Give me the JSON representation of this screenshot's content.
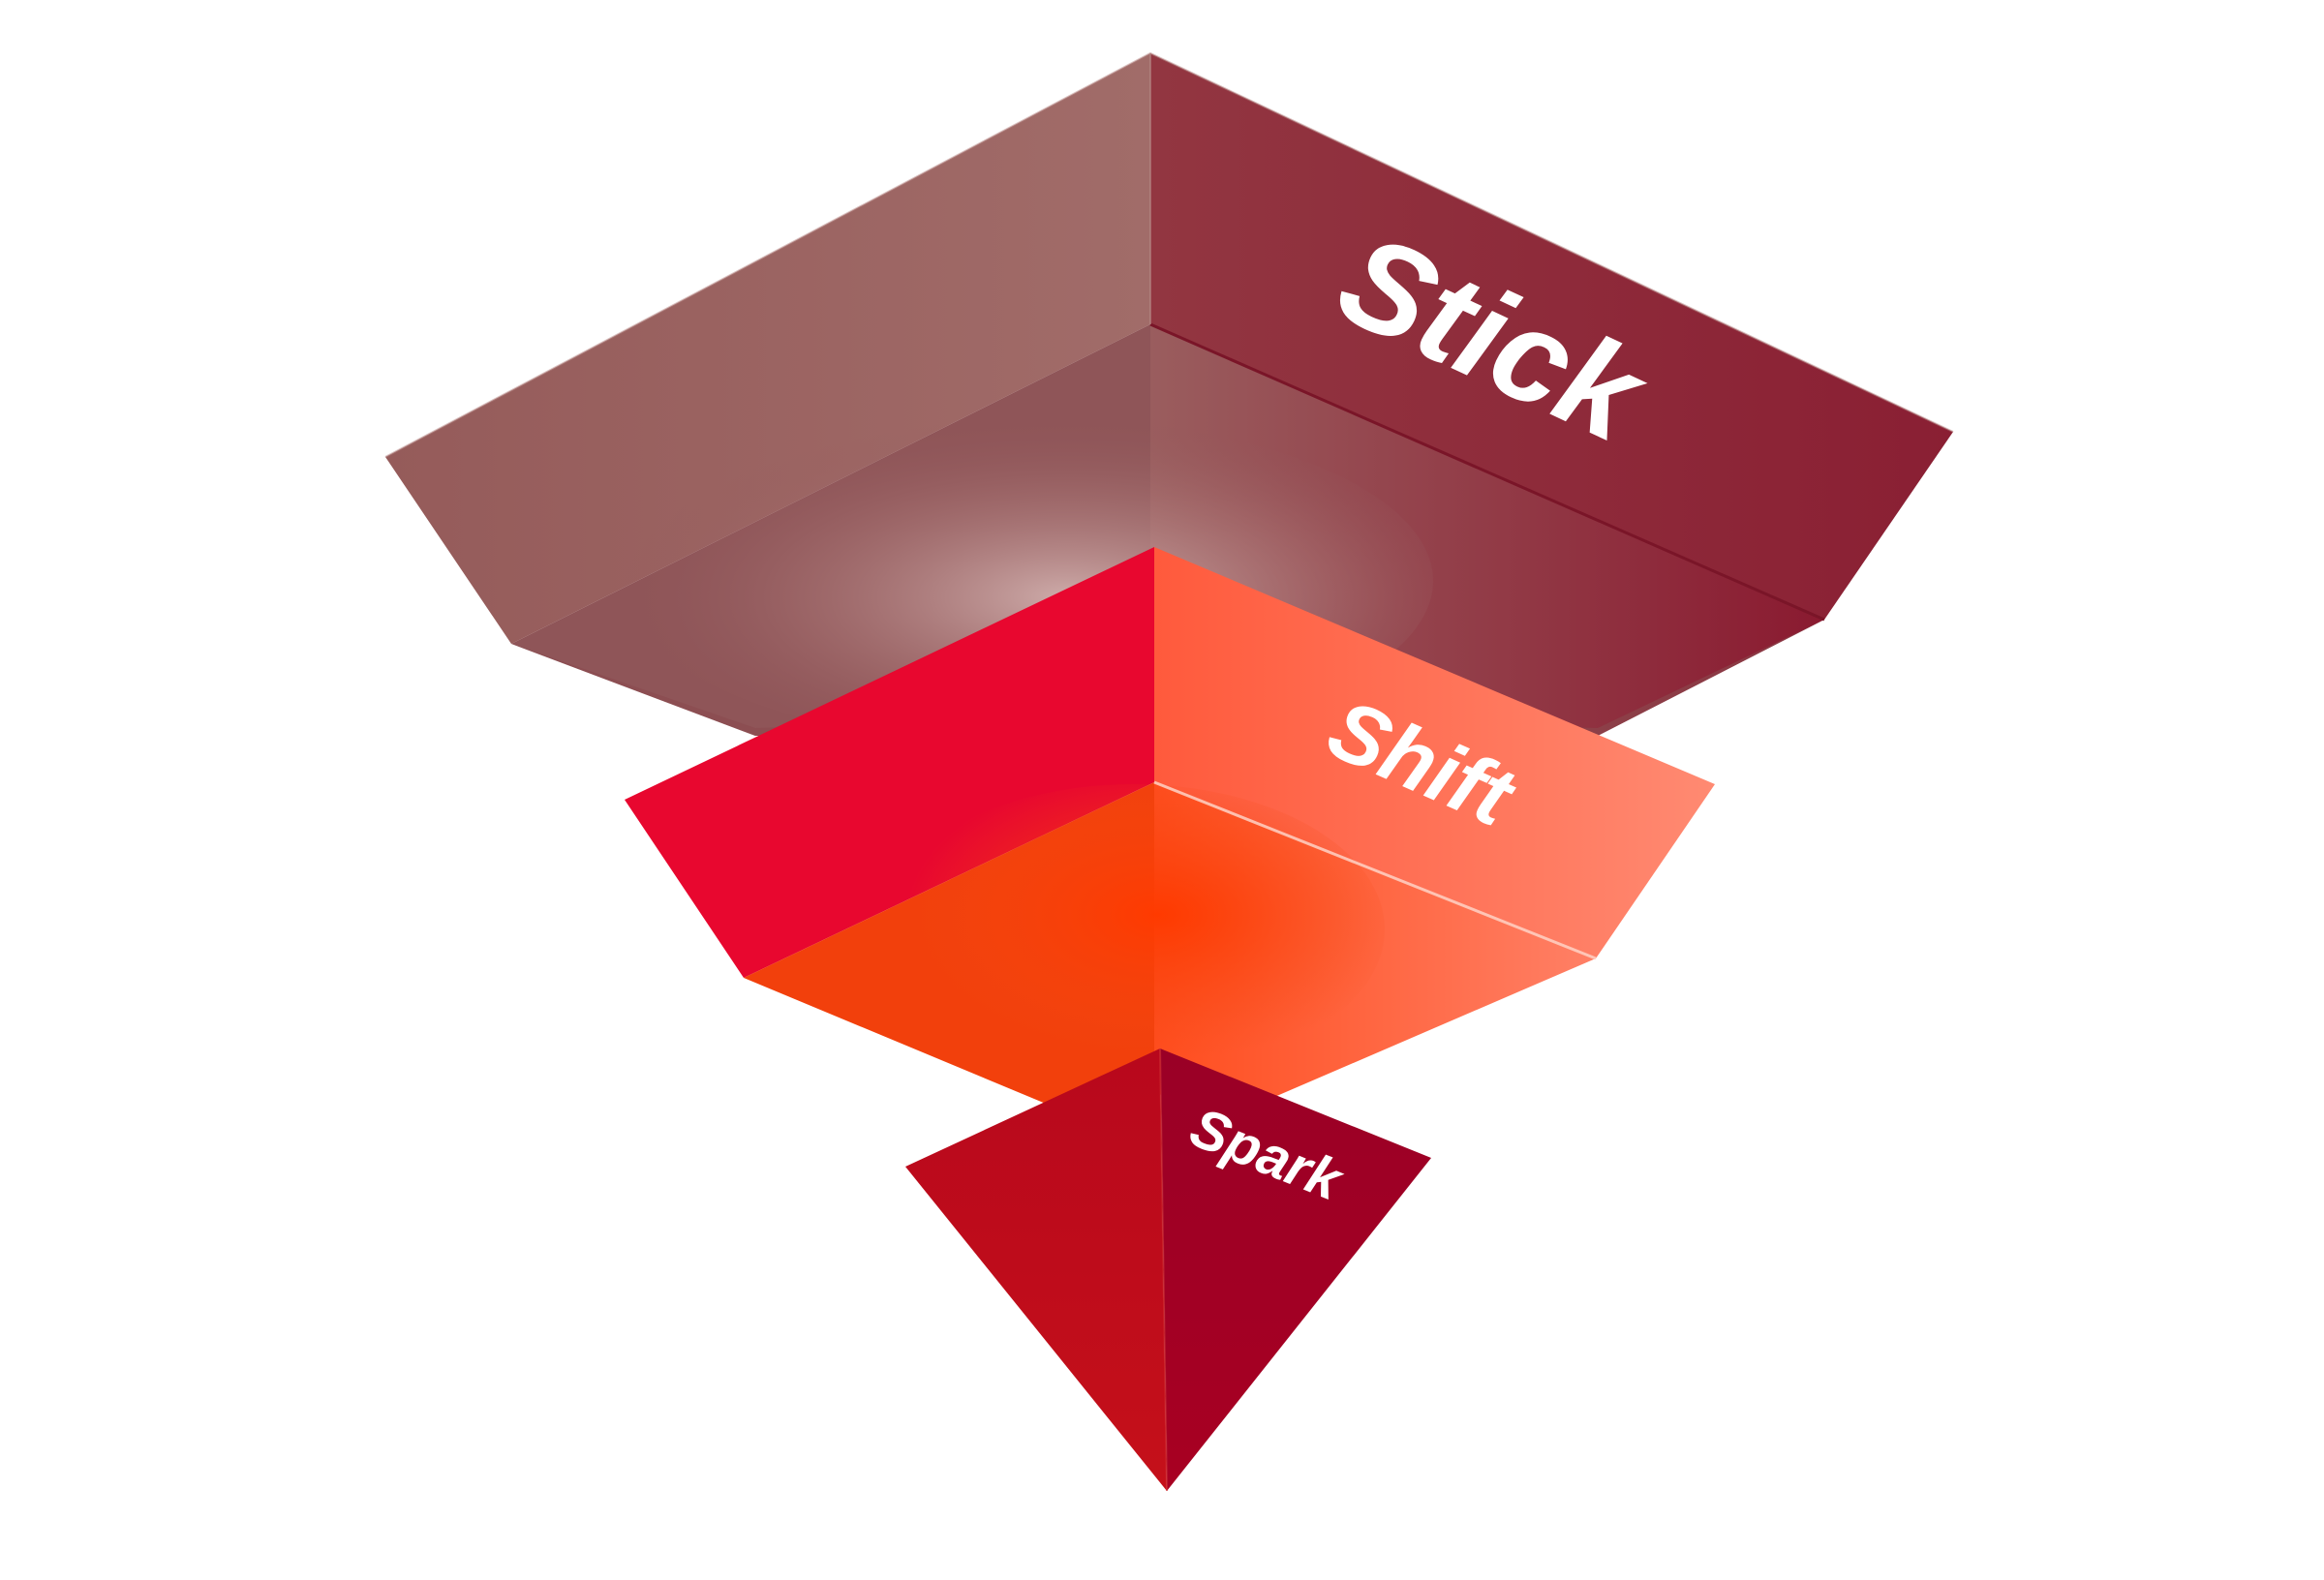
{
  "diagram": {
    "tiers": [
      {
        "id": "stick",
        "label": "Stick",
        "colors": {
          "left": "#9c6764",
          "right": "#8e2a3a",
          "inner_left": "#8f5558",
          "inner_right": "#8a2b3a",
          "glow": "#c9a4a2"
        }
      },
      {
        "id": "shift",
        "label": "Shift",
        "colors": {
          "left": "#e8062f",
          "right": "#ff6a48",
          "inner_left": "#f23a10",
          "inner_right": "#ff6f4f",
          "glow": "#ff3b00"
        }
      },
      {
        "id": "spark",
        "label": "Spark",
        "colors": {
          "left": "#c20d1c",
          "right": "#a10024"
        }
      }
    ]
  }
}
